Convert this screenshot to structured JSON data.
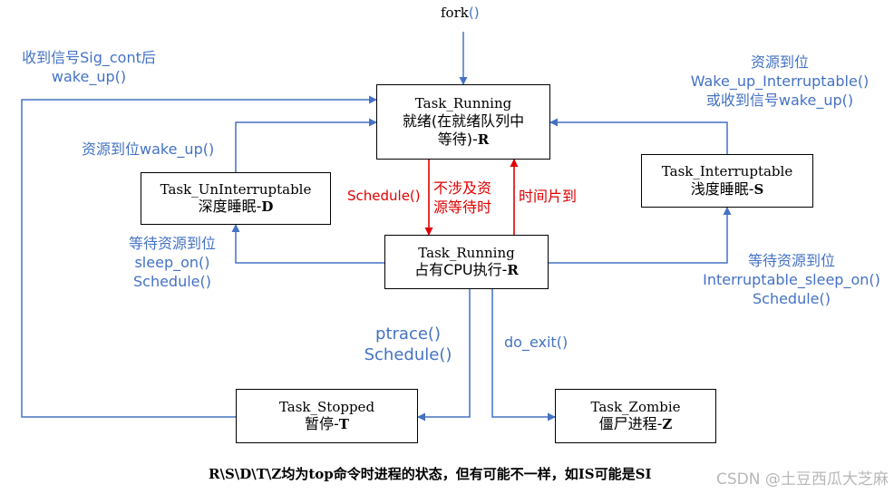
{
  "nodes": {
    "running_ready": {
      "title": "Task_Running",
      "line1": "就绪(在就绪队列中",
      "line2_text": "等待)-",
      "line2_bold": "R"
    },
    "uninterruptible": {
      "title": "Task_UnInterruptable",
      "desc_text": "深度睡眠-",
      "desc_bold": "D"
    },
    "interruptible": {
      "title": "Task_Interruptable",
      "desc_text": "浅度睡眠-",
      "desc_bold": "S"
    },
    "running_cpu": {
      "title": "Task_Running",
      "desc_text": "占有CPU执行-",
      "desc_bold": "R"
    },
    "stopped": {
      "title": "Task_Stopped",
      "desc_text": "暂停-",
      "desc_bold": "T"
    },
    "zombie": {
      "title": "Task_Zombie",
      "desc_text": "僵尸进程-",
      "desc_bold": "Z"
    }
  },
  "labels": {
    "fork": "fork",
    "fork_paren": "()",
    "sig_cont_1": "收到信号Sig_cont后",
    "sig_cont_2": "wake_up()",
    "res_ready_wakeup": "资源到位wake_up()",
    "res_ready_right_1": "资源到位",
    "res_ready_right_2": "Wake_up_Interruptable()",
    "res_ready_right_3": "或收到信号wake_up()",
    "schedule_red": "Schedule()",
    "no_resource_1": "不涉及资",
    "no_resource_2": "源等待时",
    "timeslice": "时间片到",
    "wait_left_1": "等待资源到位",
    "wait_left_2": "sleep_on()",
    "wait_left_3": "Schedule()",
    "wait_right_1": "等待资源到位",
    "wait_right_2": "Interruptable_sleep_on()",
    "wait_right_3": "Schedule()",
    "ptrace_1": "ptrace()",
    "ptrace_2": "Schedule()",
    "do_exit": "do_exit()"
  },
  "footer": "R\\S\\D\\T\\Z均为top命令时进程的状态，但有可能不一样，如IS可能是SI",
  "watermark": "CSDN @土豆西瓜大芝麻",
  "colors": {
    "blue_line": "#4472c4",
    "red_line": "#e00000",
    "box_border": "#000000"
  }
}
